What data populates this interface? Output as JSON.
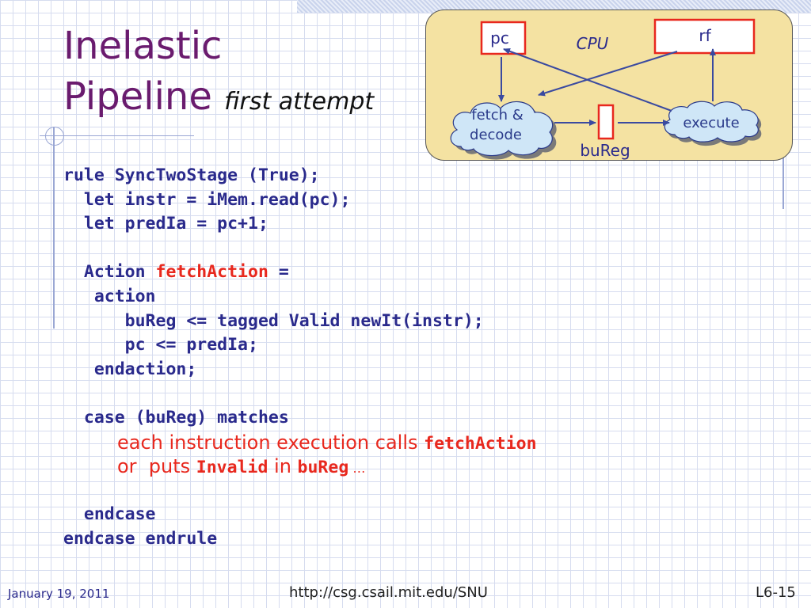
{
  "slide": {
    "title_line1": "Inelastic",
    "title_line2": "Pipeline",
    "title_sub": "first attempt"
  },
  "diagram": {
    "pc_label": "pc",
    "rf_label": "rf",
    "cpu_label": "CPU",
    "fetch_line1": "fetch &",
    "fetch_line2": "decode",
    "execute_label": "execute",
    "bureg_label": "buReg",
    "colors": {
      "cpu_fill": "#f4e2a2",
      "box_border": "#e8281e",
      "cloud_fill": "#cfe6f7",
      "arrow": "#3a4aa0"
    }
  },
  "code": {
    "l1": "rule SyncTwoStage (True);",
    "l2": "  let instr = iMem.read(pc);",
    "l3": "  let predIa = pc+1;",
    "l5_a": "  Action ",
    "l5_b": "fetchAction",
    "l5_c": " =",
    "l6": "   action",
    "l7": "      buReg <= tagged Valid newIt(instr);",
    "l8": "      pc <= predIa;",
    "l9": "   endaction;",
    "l11": "  case (buReg) matches",
    "l12_a": "each instruction execution calls ",
    "l12_b": "fetchAction",
    "l13_a": "or  puts ",
    "l13_b": "Invalid",
    "l13_c": " in ",
    "l13_d": "buReg",
    "l13_e": " …",
    "l15": "  endcase",
    "l16": "endcase endrule"
  },
  "footer": {
    "date": "January 19, 2011",
    "url": "http://csg.csail.mit.edu/SNU",
    "slide_num": "L6-15"
  }
}
